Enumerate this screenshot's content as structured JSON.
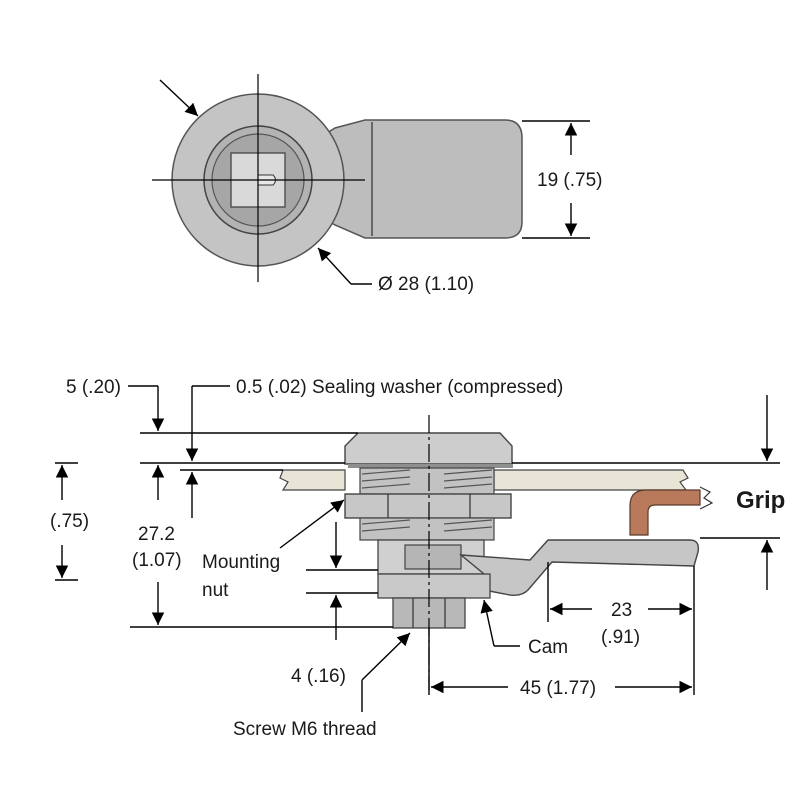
{
  "top_view": {
    "height_dim": "19 (.75)",
    "diameter_dim": "Ø 28 (1.10)"
  },
  "side_view": {
    "dim_top_left": "5 (.20)",
    "dim_washer": "0.5 (.02) Sealing washer (compressed)",
    "dim_left_partial": "(.75)",
    "dim_body_mm": "27.2",
    "dim_body_in": "(1.07)",
    "mounting_nut_line1": "Mounting",
    "mounting_nut_line2": "nut",
    "grip_label": "Grip",
    "dim_cam_mm": "23",
    "dim_cam_in": "(.91)",
    "cam_label": "Cam",
    "dim_bottom": "4 (.16)",
    "dim_length": "45 (1.77)",
    "screw_label": "Screw M6 thread"
  },
  "colors": {
    "metal": "#c9c9c9",
    "metal_dark": "#9b9b9b",
    "panel": "#e9e5d6",
    "grip_handle": "#b87a5a"
  }
}
